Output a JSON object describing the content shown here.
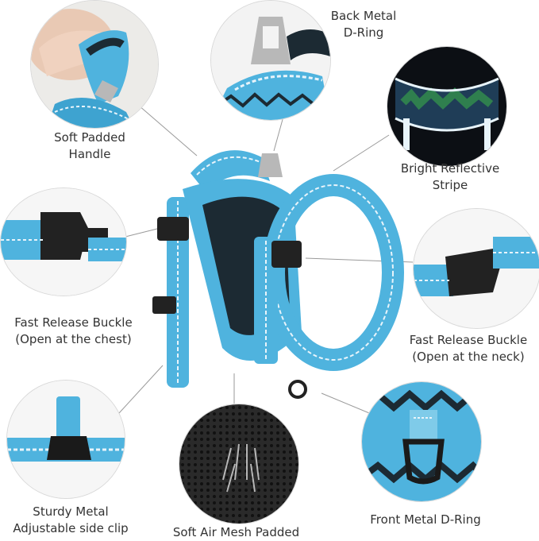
{
  "features": {
    "handle": {
      "line1": "Soft Padded",
      "line2": "Handle"
    },
    "back_ring": {
      "line1": "Back Metal",
      "line2": "D-Ring"
    },
    "reflective": {
      "line1": "Bright Reflective",
      "line2": "Stripe"
    },
    "chest_buckle": {
      "line1": "Fast Release Buckle",
      "line2": "(Open at the chest)"
    },
    "neck_buckle": {
      "line1": "Fast Release Buckle",
      "line2": "(Open at the neck)"
    },
    "side_clip": {
      "line1": "Sturdy Metal",
      "line2": "Adjustable side clip"
    },
    "mesh": {
      "line1": "Soft Air Mesh Padded"
    },
    "front_ring": {
      "line1": "Front Metal D-Ring"
    }
  },
  "colors": {
    "harness_blue": "#4fb3de",
    "harness_dark": "#1c2a33",
    "reflective": "#e8f4fb",
    "buckle": "#222222",
    "metal": "#b8b8b8",
    "connector_line": "#8a8a8a"
  }
}
